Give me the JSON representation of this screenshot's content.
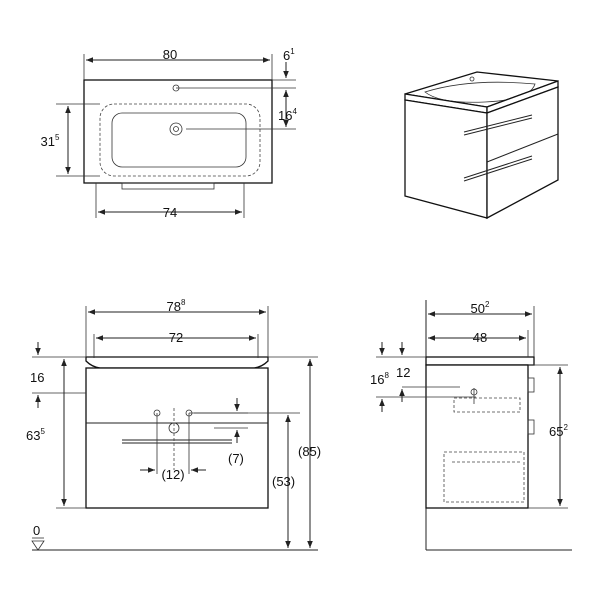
{
  "top_view": {
    "width": "80",
    "depth_offset": {
      "main": "6",
      "sup": "1"
    },
    "tap_offset": {
      "main": "16",
      "sup": "4"
    },
    "basin_depth": {
      "main": "31",
      "sup": "5"
    },
    "bowl_width": "74"
  },
  "front_view": {
    "overall_width": {
      "main": "78",
      "sup": "8"
    },
    "inner_width": "72",
    "top_thickness": "16",
    "cabinet_height": {
      "main": "63",
      "sup": "5"
    },
    "drain_spacing": "(12)",
    "drain_depth": "(7)",
    "drain_height": "(53)",
    "overall_height": "(85)",
    "floor_level": "0"
  },
  "side_view": {
    "overall_depth": {
      "main": "50",
      "sup": "2"
    },
    "inner_depth": "48",
    "rim_thickness": "12",
    "drain_offset": {
      "main": "16",
      "sup": "8"
    },
    "cabinet_height": {
      "main": "65",
      "sup": "2"
    }
  }
}
